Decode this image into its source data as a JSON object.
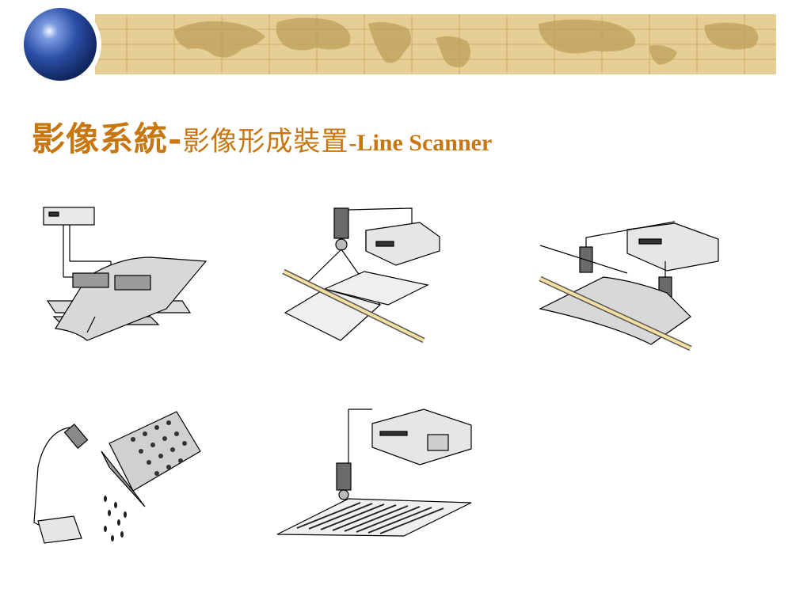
{
  "slide": {
    "title_part1": "影像系統-",
    "title_part2": "影像形成裝置",
    "title_part3": "-Line Scanner",
    "accent_color": "#c8760f",
    "band_color": "#e6cf95"
  },
  "illustrations": [
    {
      "id": "illus-1",
      "subject": "line-scan-cameras-over-sheet-on-rail"
    },
    {
      "id": "illus-2",
      "subject": "camera-over-rod-and-sheets"
    },
    {
      "id": "illus-3",
      "subject": "two-cameras-over-sheet-with-rod"
    },
    {
      "id": "illus-4",
      "subject": "camera-inspecting-perforated-plate-with-falling-drops"
    },
    {
      "id": "illus-5",
      "subject": "camera-over-striped-pattern-sheet"
    }
  ]
}
